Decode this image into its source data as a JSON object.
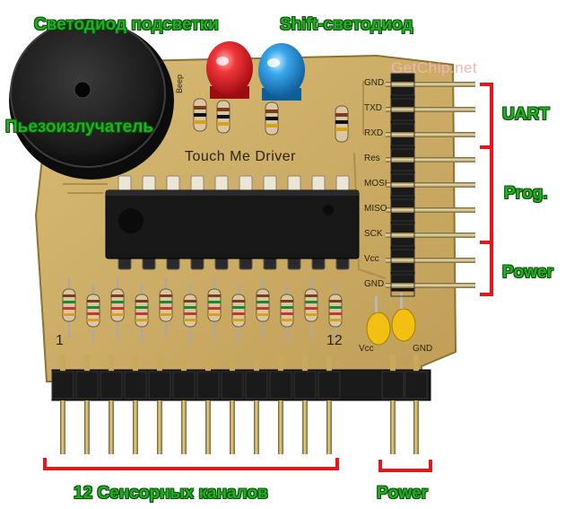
{
  "labels": {
    "backlight_led": "Светодиод подсветки",
    "shift_led": "Shift-светодиод",
    "piezo": "Пьезоизлучатель",
    "uart": "UART",
    "prog": "Prog.",
    "power_right": "Power",
    "touch_channels": "12  Сенсорных каналов",
    "power_bottom": "Power"
  },
  "watermark": "GetChip.net",
  "board": {
    "title": "Touch Me Driver",
    "beep": "Beep",
    "num_1": "1",
    "num_12": "12",
    "vcc": "Vcc",
    "gnd": "GND",
    "header_pins": [
      "GND",
      "TXD",
      "RXD",
      "Res",
      "MOSI",
      "MISO",
      "SCK",
      "Vcc",
      "GND"
    ]
  },
  "colors": {
    "callout_green": "#1fb11f",
    "callout_red": "#e8151b",
    "bracket_red": "#e8151b",
    "pcb": "#cdae66",
    "led_red": "#e8232a",
    "led_blue": "#2d9be0",
    "chip": "#1a1a1a",
    "capacitor": "#f2c012"
  }
}
